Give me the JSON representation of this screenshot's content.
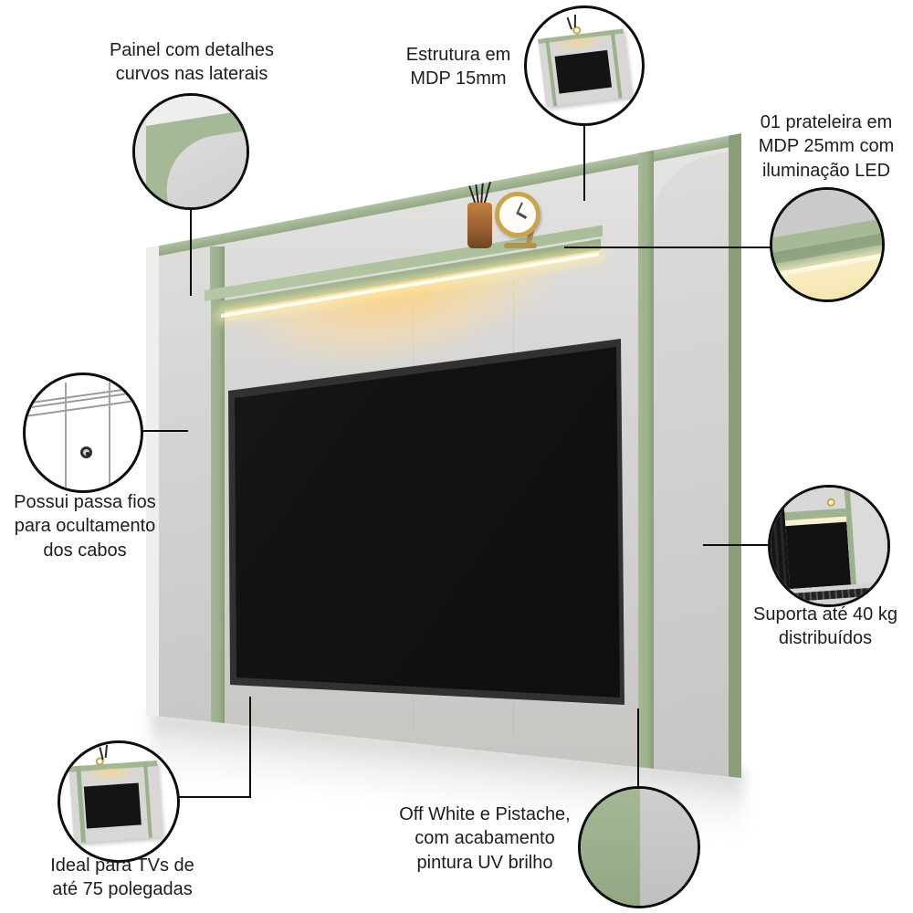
{
  "diagram": {
    "product": "Painel para TV Off White e Pistache com prateleira LED",
    "labels": [
      {
        "id": "curved-sides",
        "lines": [
          "Painel com detalhes",
          "curvos nas laterais"
        ]
      },
      {
        "id": "structure",
        "lines": [
          "Estrutura em",
          "MDP 15mm"
        ]
      },
      {
        "id": "shelf-led",
        "lines": [
          "01 prateleira em",
          "MDP 25mm com",
          "iluminação LED"
        ]
      },
      {
        "id": "cable-management",
        "lines": [
          "Possui passa fios",
          "para ocultamento",
          "dos cabos"
        ]
      },
      {
        "id": "weight-capacity",
        "lines": [
          "Suporta até 40 kg",
          "distribuídos"
        ]
      },
      {
        "id": "tv-size",
        "lines": [
          "Ideal para TVs de",
          "até 75 polegadas"
        ]
      },
      {
        "id": "finish",
        "lines": [
          "Off White e Pistache,",
          "com acabamento",
          "pintura UV brilho"
        ]
      }
    ],
    "callouts": [
      "curved-lateral-corner-closeup",
      "full-panel-structure-closeup",
      "led-shelf-edge-closeup",
      "cable-pass-through-drawing",
      "mounted-panel-closeup",
      "tv-panel-closeup",
      "color-swatch-pistache-offwhite"
    ],
    "colors": {
      "off_white": "#d6d5d3",
      "pistache": "#9cb08d",
      "led_warm_glow": "#f7e3a6",
      "tv_screen": "#121212",
      "outline": "#0e0e0e",
      "text": "#1d1d1d",
      "background": "#ffffff"
    }
  }
}
